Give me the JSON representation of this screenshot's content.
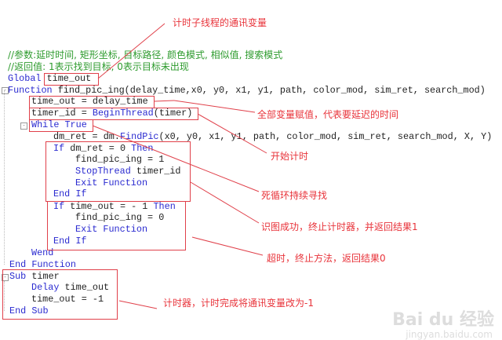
{
  "code": {
    "comment1": "//参数:延时时间, 矩形坐标, 目标路径, 颜色模式, 相似值, 搜索模式",
    "comment2": "//返回值: 1表示找到目标, 0表示目标未出现",
    "l3_kw": "Global",
    "l3_rest": " time_out",
    "l4_kw": "Function",
    "l4_rest": " find_pic_ing(delay_time,x0, y0, x1, y1, path, color_mod, sim_ret, search_mod)",
    "l5": "time_out = delay_time",
    "l6_a": "timer_id = ",
    "l6_kw": "BeginThread",
    "l6_b": "(timer)",
    "l7_kw": "While True",
    "l8_a": "dm_ret = dm.",
    "l8_kw": "FindPic",
    "l8_b": "(x0, y0, x1, y1, path, color_mod, sim_ret, search_mod, X, Y)",
    "l9_kw1": "If",
    "l9_a": " dm_ret = 0 ",
    "l9_kw2": "Then",
    "l10": "find_pic_ing = 1",
    "l11_kw": "StopThread",
    "l11_b": " timer_id",
    "l12_kw": "Exit Function",
    "l13_kw": "End If",
    "l14_kw1": "If",
    "l14_a": " time_out = - 1 ",
    "l14_kw2": "Then",
    "l15": "find_pic_ing = 0",
    "l16_kw": "Exit Function",
    "l17_kw": "End If",
    "l18_kw": "Wend",
    "l19_kw": "End Function",
    "l20_kw": "Sub",
    "l20_rest": " timer",
    "l21_kw": "Delay",
    "l21_rest": " time_out",
    "l22": "time_out = -1",
    "l23_kw": "End Sub"
  },
  "annotations": {
    "comm_var": "计时子线程的通讯变量",
    "assign": "全部变量赋值，代表要延迟的时间",
    "start_timer": "开始计时",
    "loop": "死循环持续寻找",
    "found": "识图成功，终止计时器，并返回结果1",
    "timeout": "超时，终止方法，返回结果0",
    "timer_sub": "计时器，计时完成将通讯变量改为-1"
  },
  "watermark": {
    "brand": "Bai du 经验",
    "sub": "jingyan.baidu.com"
  },
  "colors": {
    "annotation": "#e8333a",
    "keyword": "#2a2ad0",
    "comment": "#2e9b2e"
  }
}
